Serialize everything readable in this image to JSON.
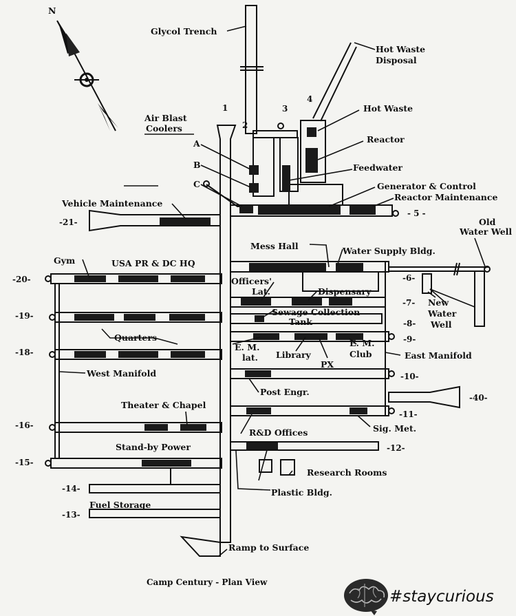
{
  "title": "Camp Century - Plan View",
  "hashtag": "#staycurious",
  "compass_letter": "N",
  "tunnel_numbers": {
    "t1": "1",
    "t2": "2",
    "t3": "3",
    "t4": "4",
    "t5": "- 5 -",
    "t6": "-6-",
    "t7": "-7-",
    "t8": "-8-",
    "t9": "-9-",
    "t10": "-10-",
    "t11": "-11-",
    "t12": "-12-",
    "t13": "-13-",
    "t14": "-14-",
    "t15": "-15-",
    "t16": "-16-",
    "t18": "-18-",
    "t19": "-19-",
    "t20": "-20-",
    "t21": "-21-",
    "t40": "-40-"
  },
  "labels": {
    "glycol_trench": "Glycol Trench",
    "hot_waste_disposal_1": "Hot Waste",
    "hot_waste_disposal_2": "Disposal",
    "air_blast_1": "Air Blast",
    "air_blast_2": "Coolers",
    "cooler_a": "A",
    "cooler_b": "B",
    "cooler_c": "C",
    "hot_waste": "Hot Waste",
    "reactor": "Reactor",
    "feedwater": "Feedwater",
    "generator_control": "Generator & Control",
    "reactor_maintenance": "Reactor Maintenance",
    "vehicle_maintenance": "Vehicle Maintenance",
    "old_water_well_1": "Old",
    "old_water_well_2": "Water Well",
    "mess_hall": "Mess Hall",
    "water_supply": "Water Supply Bldg.",
    "gym": "Gym",
    "usa_pr": "USA PR & DC HQ",
    "officers_1": "Officers'",
    "officers_2": "Lat.",
    "dispensary": "Dispensary",
    "new_water_well_1": "New",
    "new_water_well_2": "Water",
    "new_water_well_3": "Well",
    "sewage_1": "Sewage Collection",
    "sewage_2": "Tank",
    "quarters": "Quarters",
    "em_lat_1": "E. M.",
    "em_lat_2": "lat.",
    "library": "Library",
    "px": "PX",
    "em_club_1": "E. M.",
    "em_club_2": "Club",
    "east_manifold": "East Manifold",
    "west_manifold": "West Manifold",
    "post_engr": "Post Engr.",
    "theater_chapel": "Theater & Chapel",
    "sig_met": "Sig. Met.",
    "rd_offices": "R&D Offices",
    "standby_power": "Stand-by Power",
    "research_rooms": "Research Rooms",
    "plastic_bldg": "Plastic Bldg.",
    "fuel_storage": "Fuel Storage",
    "ramp": "Ramp to Surface"
  }
}
